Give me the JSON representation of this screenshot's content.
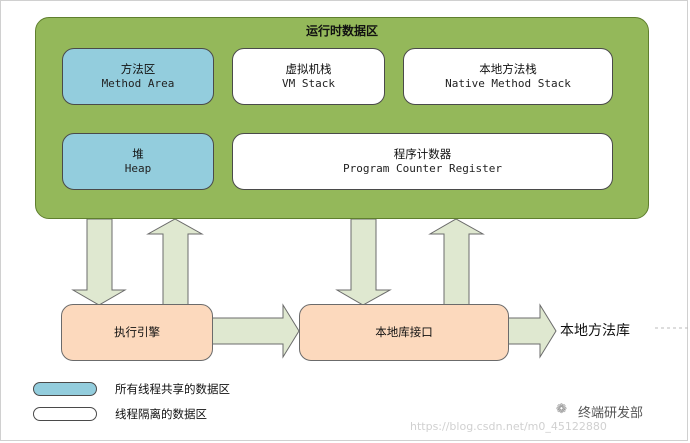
{
  "runtime_area": {
    "title": "运行时数据区"
  },
  "method_area": {
    "zh": "方法区",
    "en": "Method Area"
  },
  "vm_stack": {
    "zh": "虚拟机栈",
    "en": "VM Stack"
  },
  "native_method_stack": {
    "zh": "本地方法栈",
    "en": "Native Method Stack"
  },
  "heap": {
    "zh": "堆",
    "en": "Heap"
  },
  "pc_register": {
    "zh": "程序计数器",
    "en": "Program Counter Register"
  },
  "execution_engine": {
    "label": "执行引擎"
  },
  "native_interface": {
    "label": "本地库接口"
  },
  "native_library": {
    "label": "本地方法库"
  },
  "legend": [
    {
      "label": "所有线程共享的数据区",
      "color": "#93cddd"
    },
    {
      "label": "线程隔离的数据区",
      "color": "#ffffff"
    }
  ],
  "watermark": {
    "brand": "终端研发部",
    "url": "https://blog.csdn.net/m0_45122880"
  },
  "colors": {
    "runtime_bg": "#94b85a",
    "shared": "#93cddd",
    "isolated": "#ffffff",
    "engine": "#fcd9bd",
    "arrow": "#dfe8d0"
  }
}
